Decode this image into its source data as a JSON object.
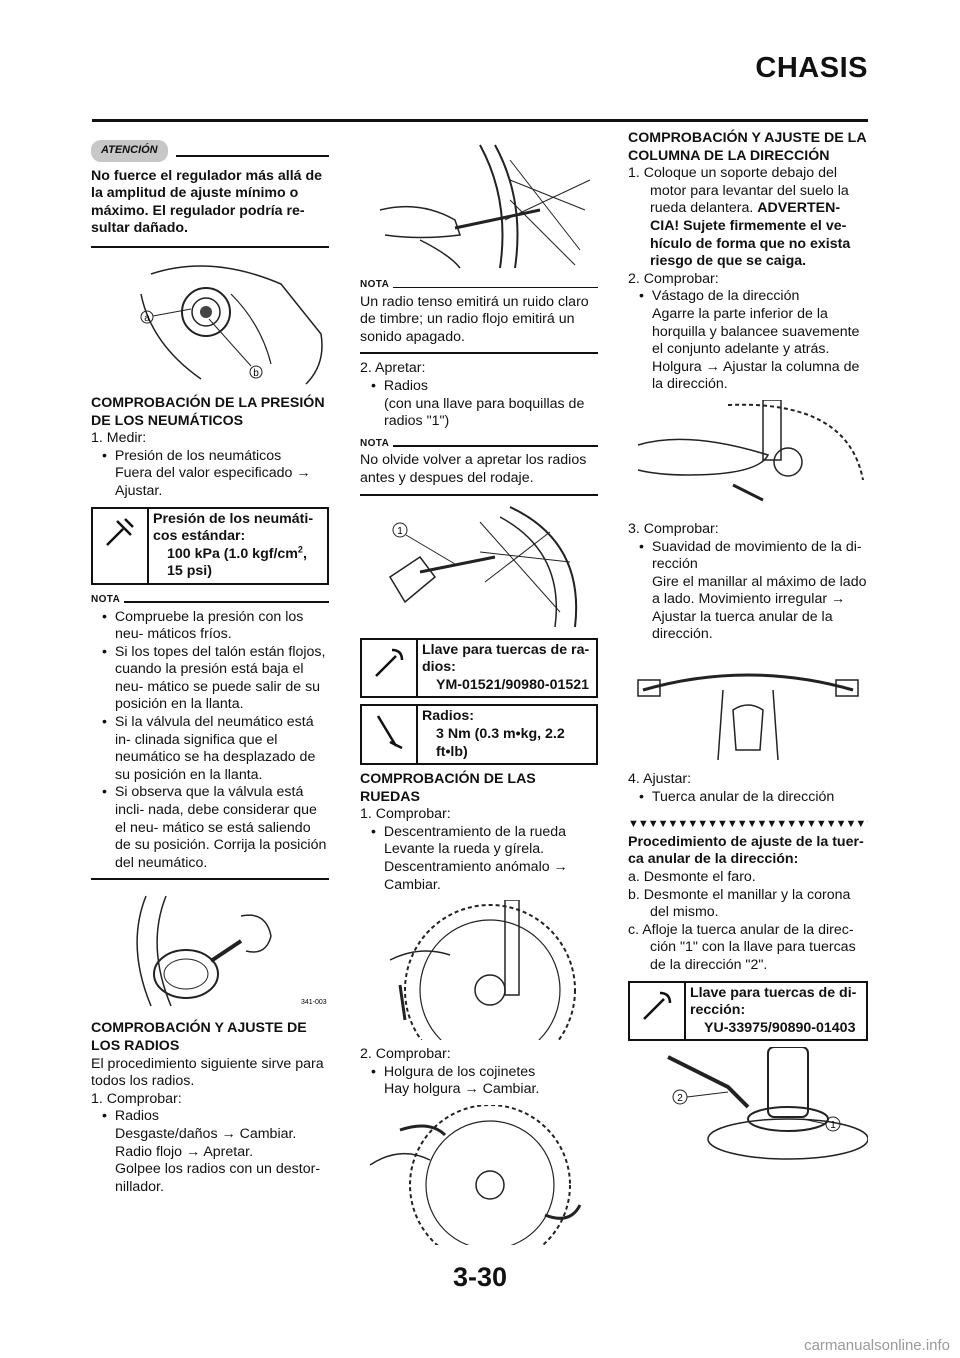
{
  "header": {
    "section": "CHASIS"
  },
  "page_number": "3-30",
  "watermark": "carmanualsonline.info",
  "col1": {
    "caution_label": "ATENCIÓN",
    "caution_text": "No fuerce el regulador más allá de la amplitud de ajuste mínimo o máximo. El regulador podría re- sultar dañado.",
    "fig1_labels": [
      "a",
      "b"
    ],
    "tire_heading": "COMPROBACIÓN DE LA PRESIÓN DE LOS NEUMÁTICOS",
    "tire_step1": "1.  Medir:",
    "tire_bullet": "Presión de los neumáticos",
    "tire_bullet_cont": "Fuera del valor especificado → Ajustar.",
    "tire_spec_title": "Presión de los neumáti- cos estándar:",
    "tire_spec_value": "100 kPa (1.0 kgf/cm",
    "tire_spec_sup": "2",
    "tire_spec_value2": ", 15 psi)",
    "note_label": "NOTA",
    "tire_notes": [
      "Compruebe la presión con los neu- máticos fríos.",
      "Si los topes del talón están flojos, cuando la presión está baja el neu- mático se puede salir de su posición en la llanta.",
      "Si la válvula del neumático está in- clinada significa que el neumático se ha desplazado de su posición en la llanta.",
      "Si observa que la válvula está incli- nada, debe considerar que el neu- mático se está saliendo de su posición. Corrija la posición del neumático."
    ],
    "fig2_code": "341-003",
    "spokes_heading": "COMPROBACIÓN Y AJUSTE DE LOS RADIOS",
    "spokes_intro": "El procedimiento siguiente sirve para todos los radios.",
    "spokes_step1": "1.  Comprobar:",
    "spokes_bullet": "Radios",
    "spokes_lines": [
      "Desgaste/daños → Cambiar.",
      "Radio flojo → Apretar.",
      "Golpee los radios con un destor- nillador."
    ]
  },
  "col2": {
    "note_label": "NOTA",
    "note1": "Un radio tenso emitirá un ruido claro de timbre; un radio flojo emitirá un sonido apagado.",
    "step2": "2.  Apretar:",
    "step2_bullet": "Radios",
    "step2_cont": "(con una llave para boquillas de radios \"1\")",
    "note2": "No olvide volver a apretar los radios antes y despues del rodaje.",
    "fig_label": "1",
    "spec1_title": "Llave para tuercas de ra- dios:",
    "spec1_value": "YM-01521/90980-01521",
    "spec2_title": "Radios:",
    "spec2_value": "3 Nm (0.3 m•kg, 2.2 ft•lb)",
    "wheels_heading": "COMPROBACIÓN DE LAS RUEDAS",
    "wheels_step1": "1.  Comprobar:",
    "wheels_bullet": "Descentramiento de la rueda",
    "wheels_cont": "Levante la rueda y gírela. Descentramiento anómalo → Cambiar.",
    "wheels_step2": "2.  Comprobar:",
    "wheels_bullet2": "Holgura de los cojinetes",
    "wheels_cont2": "Hay holgura → Cambiar."
  },
  "col3": {
    "heading": "COMPROBACIÓN Y AJUSTE DE LA COLUMNA DE LA DIRECCIÓN",
    "step1": "1.  Coloque un soporte debajo del motor para levantar del suelo la rueda delantera.",
    "step1_warn": "ADVERTEN- CIA! Sujete firmemente el ve- hículo de forma que no exista riesgo de que se caiga.",
    "step2": "2.  Comprobar:",
    "step2_bullet": "Vástago de la dirección",
    "step2_cont": "Agarre la parte inferior de la horquilla y balancee suavemente el conjunto adelante y atrás. Holgura → Ajustar la columna de la dirección.",
    "step3": "3.  Comprobar:",
    "step3_bullet": "Suavidad de movimiento de la di- rección",
    "step3_cont": "Gire el manillar al máximo de lado a lado. Movimiento irregular → Ajustar la tuerca anular de la dirección.",
    "step4": "4.  Ajustar:",
    "step4_bullet": "Tuerca anular de la dirección",
    "triangles": "▼▼▼▼▼▼▼▼▼▼▼▼▼▼▼▼▼▼▼▼▼▼▼▼▼▼▼▼▼",
    "proc_heading": "Procedimiento de ajuste de la tuer- ca anular de la dirección:",
    "proc_steps": [
      "a.  Desmonte el faro.",
      "b.  Desmonte el manillar y la corona del mismo.",
      "c.  Afloje la tuerca anular de la direc- ción \"1\" con la llave para tuercas de la dirección \"2\"."
    ],
    "spec_title": "Llave para tuercas de di- rección:",
    "spec_value": "YU-33975/90890-01403",
    "fig_labels": [
      "2",
      "1"
    ]
  }
}
